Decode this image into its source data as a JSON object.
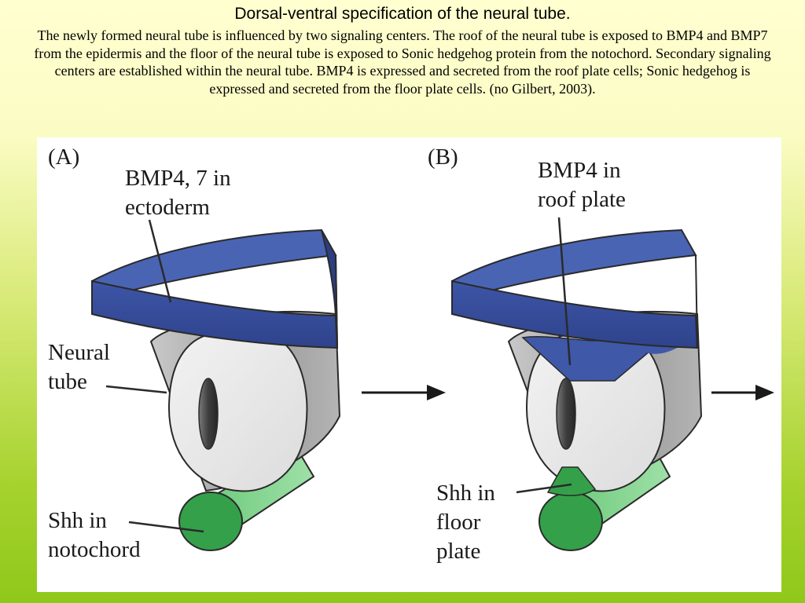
{
  "slide": {
    "title": "Dorsal-ventral specification of the neural tube.",
    "body": "The newly formed neural tube is influenced by two signaling centers. The roof of the neural tube is exposed to BMP4 and BMP7 from the epidermis and  the floor of the neural tube  is exposed to Sonic hedgehog protein from the notochord. Secondary signaling centers are established within the neural tube. BMP4 is expressed and secreted from the roof plate cells; Sonic hedgehog is expressed and secreted from the floor plate cells. (no Gilbert, 2003)."
  },
  "figure": {
    "panel_a": {
      "letter": "(A)",
      "label_ectoderm": [
        "BMP4, 7 in",
        "ectoderm"
      ],
      "label_tube": [
        "Neural",
        "tube"
      ],
      "label_notochord": [
        "Shh in",
        "notochord"
      ]
    },
    "panel_b": {
      "letter": "(B)",
      "label_roof": [
        "BMP4 in",
        "roof plate"
      ],
      "label_floor": [
        "Shh in",
        "floor",
        "plate"
      ]
    }
  },
  "colors": {
    "ectoderm_blue": "#3f58a8",
    "ectoderm_blue_dark": "#2c3f85",
    "notochord_green": "#35a04a",
    "notochord_green_light": "#7ed68a",
    "tube_grey": "#e4e4e4",
    "tube_grey_dark": "#a8a8a8",
    "lumen": "#4a4a4a"
  }
}
